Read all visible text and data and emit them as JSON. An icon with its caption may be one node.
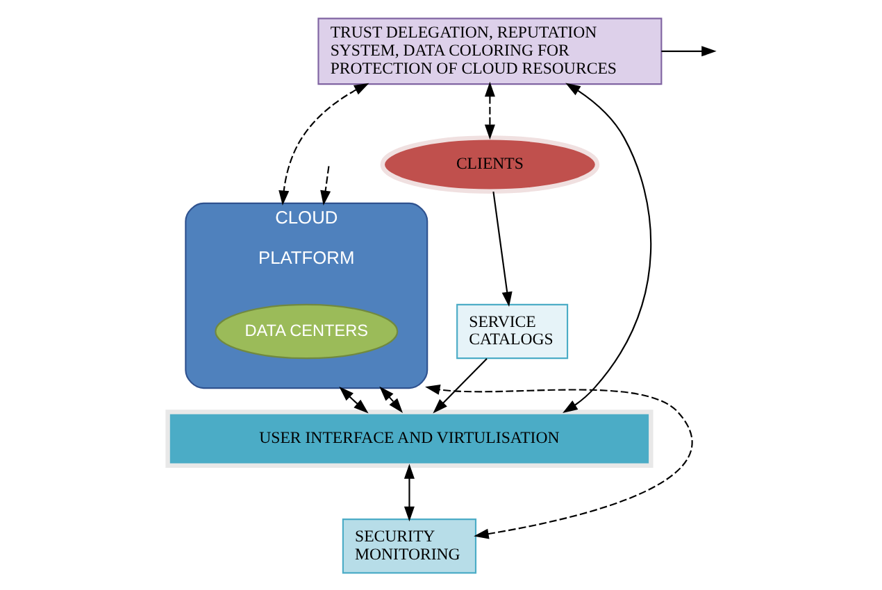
{
  "diagram": {
    "nodes": [
      {
        "text": [
          "TRUST DELEGATION, REPUTATION SYSTEM, DATA COLORING FOR PROTECTION OF CLOUD RESOURCES"
        ]
      },
      {
        "text": [
          "CLOUD",
          "PLATFORM"
        ]
      },
      {
        "text": [
          "DATA CENTERS"
        ],
        "in": 1
      },
      {
        "text": [
          "CLIENTS"
        ]
      },
      {
        "text": [
          "USER INTERFACE AND VIRTULISATION"
        ]
      },
      {
        "text": [
          "SERVICE CATALOGS"
        ]
      },
      {
        "text": [
          "SECURITY MONITORING"
        ]
      }
    ],
    "edges": [
      {
        "from": 0,
        "to": 1,
        "arrow": "both",
        "style": "dashed"
      },
      {
        "from": 0,
        "to": 3,
        "arrow": "both",
        "style": "dashed"
      },
      {
        "from": 0,
        "to": 4,
        "arrow": "both"
      },
      {
        "from": 1,
        "to": 4,
        "arrow": "both"
      },
      {
        "from": 1,
        "to": 4,
        "arrow": "both",
        "style": "dashed"
      },
      {
        "from": 3,
        "to": 5,
        "arrow": "to"
      },
      {
        "from": 5,
        "to": 4,
        "arrow": "to"
      },
      {
        "from": 4,
        "to": 6,
        "arrow": "both"
      },
      {
        "from": 6,
        "to": 1,
        "arrow": "both",
        "style": "dashed"
      },
      {
        "from": null,
        "to": 1,
        "arrow": "to",
        "style": "dashed"
      },
      {
        "from": 0,
        "to": null,
        "arrow": "to"
      }
    ]
  }
}
